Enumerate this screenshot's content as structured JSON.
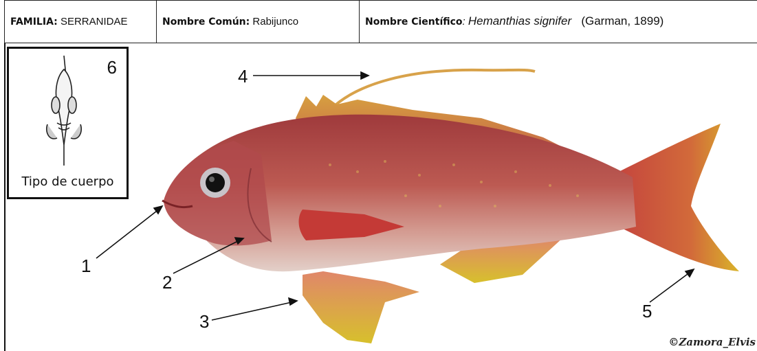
{
  "header": {
    "family_label": "FAMILIA:",
    "family_value": "SERRANIDAE",
    "common_label": "Nombre Común:",
    "common_value": "Rabijunco",
    "scientific_label": "Nombre Científico",
    "scientific_sep": ":",
    "scientific_value": "Hemanthias signifer",
    "authority": "(Garman, 1899)"
  },
  "body_type": {
    "number": "6",
    "label": "Tipo de cuerpo"
  },
  "callouts": [
    "1",
    "2",
    "3",
    "4",
    "5"
  ],
  "credit": "©Zamora_Elvis",
  "colors": {
    "body": "#b3504b",
    "belly": "#ddc6bf",
    "fin_yellow": "#d7c02c",
    "fin_red": "#c9403a"
  }
}
